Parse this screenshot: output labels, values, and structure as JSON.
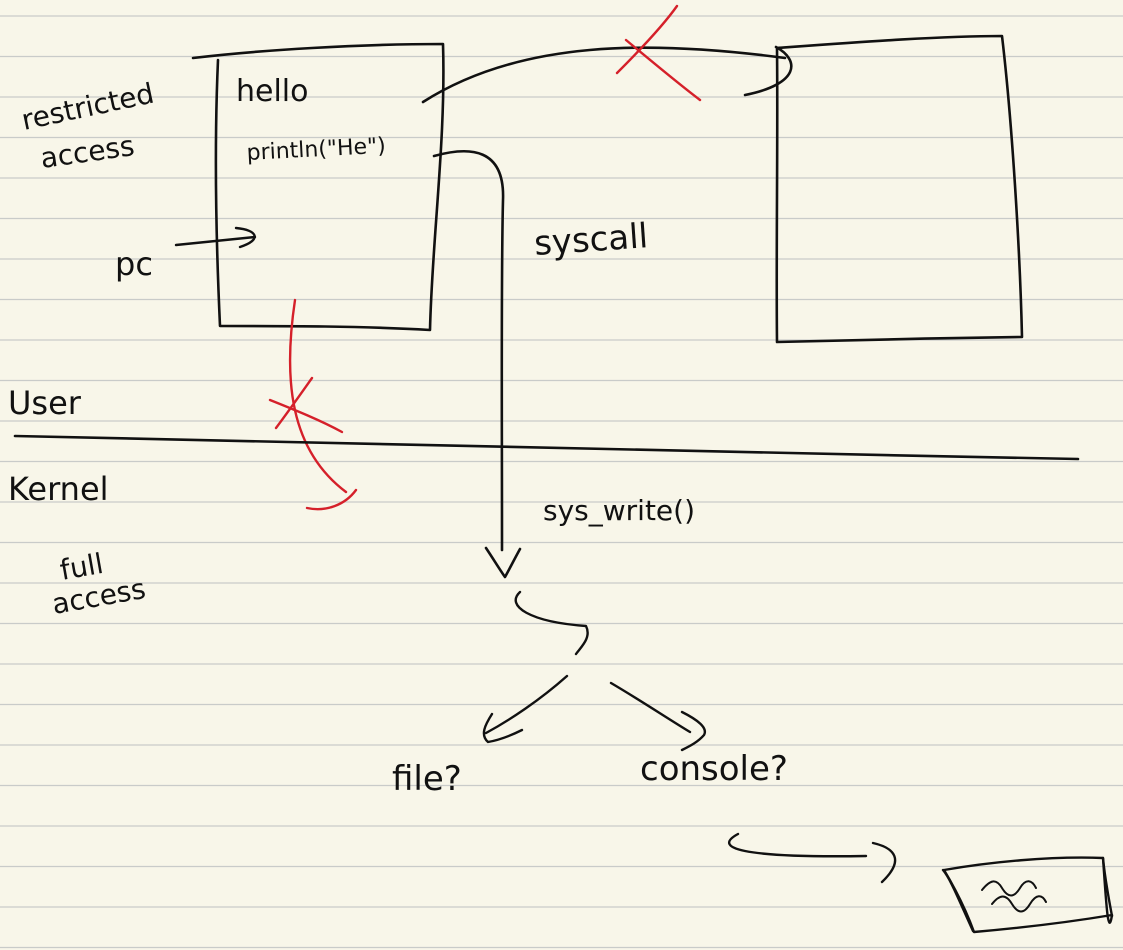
{
  "colors": {
    "paper": "#f8f6e9",
    "rule": "#c9cbc9",
    "ink": "#111111",
    "annotation": "#d5202a"
  },
  "labels": {
    "restricted_line1": "restricted",
    "restricted_line2": "access",
    "code_line1": "hello",
    "code_line2": "println(\"He\")",
    "pc": "pc",
    "syscall": "syscall",
    "user": "User",
    "kernel": "Kernel",
    "sys_write": "sys_write()",
    "full_line1": "full",
    "full_line2": "access",
    "file": "file?",
    "console": "console?"
  },
  "icons": {
    "blocked_call": "red-x-icon",
    "blocked_boundary": "red-x-icon",
    "scribble": "scribble-text-icon"
  }
}
